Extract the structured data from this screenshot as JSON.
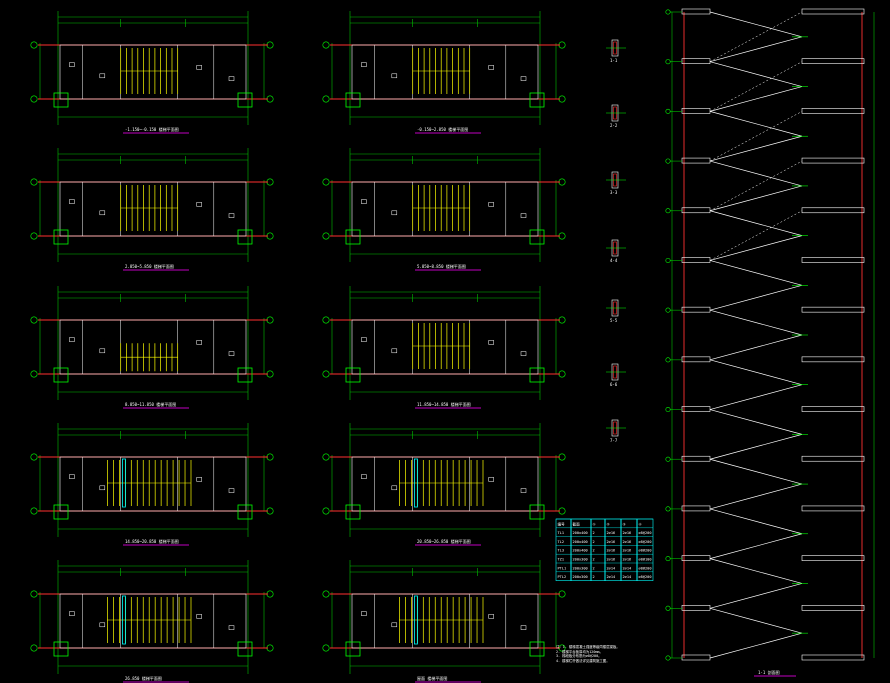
{
  "colors": {
    "background": "#000000",
    "structure": "#00ff00",
    "wall": "#ff3030",
    "stair": "#ffff00",
    "dimension": "#00c000",
    "text": "#ffffff",
    "detail": "#ffffff",
    "title_underline": "#ff00ff",
    "marker": "#00ffff"
  },
  "plans": [
    {
      "id": "p1",
      "title": "-1.150~-0.150 楼梯平面图",
      "stair": "upper"
    },
    {
      "id": "p2",
      "title": "-0.150~2.850 楼梯平面图",
      "stair": "upper"
    },
    {
      "id": "p3",
      "title": "2.850~5.850 楼梯平面图",
      "stair": "upper"
    },
    {
      "id": "p4",
      "title": "5.850~8.850 楼梯平面图",
      "stair": "upper"
    },
    {
      "id": "p5",
      "title": "8.850~11.850 楼梯平面图",
      "stair": "lower"
    },
    {
      "id": "p6",
      "title": "11.850~14.850 楼梯平面图",
      "stair": "upper"
    },
    {
      "id": "p7",
      "title": "14.850~20.850 楼梯平面图",
      "stair": "full"
    },
    {
      "id": "p8",
      "title": "20.850~26.850 楼梯平面图",
      "stair": "full"
    },
    {
      "id": "p9",
      "title": "26.850 楼梯平面图",
      "stair": "full"
    },
    {
      "id": "p10",
      "title": "屋面 楼梯平面图",
      "stair": "full"
    }
  ],
  "details": [
    "1-1",
    "2-2",
    "3-3",
    "4-4",
    "5-5",
    "6-6",
    "7-7"
  ],
  "section_title": "1-1 剖面图",
  "table": {
    "header": [
      "编号",
      "截面",
      "①",
      "②",
      "③",
      "④"
    ],
    "rows": [
      [
        "TL1",
        "200x400",
        "2",
        "2⌀16",
        "2⌀16",
        "⌀8@200"
      ],
      [
        "TL2",
        "200x400",
        "2",
        "2⌀16",
        "2⌀16",
        "⌀8@200"
      ],
      [
        "TL3",
        "200x400",
        "2",
        "2⌀16",
        "2⌀16",
        "⌀8@200"
      ],
      [
        "TZ1",
        "200x300",
        "2",
        "2⌀16",
        "2⌀16",
        "⌀8@100"
      ],
      [
        "PTL1",
        "200x300",
        "2",
        "2⌀14",
        "2⌀14",
        "⌀8@200"
      ],
      [
        "PTL2",
        "200x300",
        "2",
        "2⌀14",
        "2⌀14",
        "⌀8@200"
      ]
    ]
  },
  "notes": [
    "注：1. 楼梯混凝土强度等级同楼层梁板。",
    "2. 楼梯平台板厚均为120mm。",
    "3. 梯段板分布筋为⌀8@200。",
    "4. 楼梯栏杆做法详见建筑施工图。"
  ]
}
